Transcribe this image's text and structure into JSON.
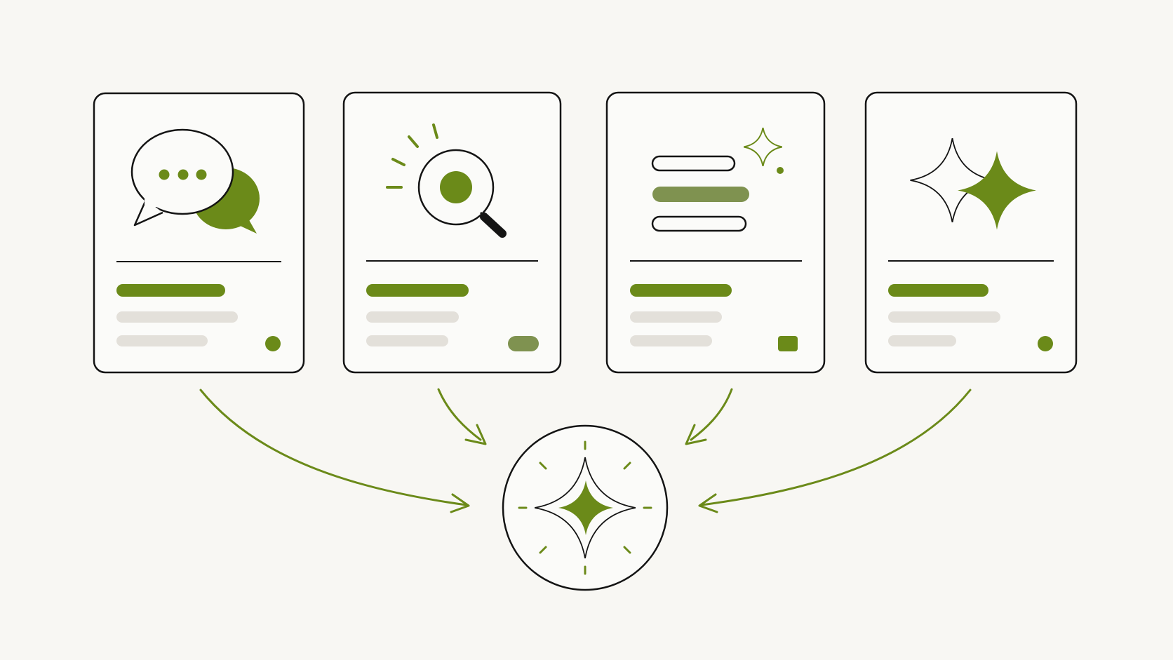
{
  "colors": {
    "background": "#f8f7f3",
    "ink": "#141414",
    "accent": "#6b8a19",
    "accent_muted": "#7f9250",
    "placeholder_gray": "#e3e0da",
    "card_fill": "#fbfbf9"
  },
  "cards": [
    {
      "icon": "chat-bubbles-icon",
      "badge": "circle",
      "lines": [
        "accent",
        "gray",
        "gray"
      ]
    },
    {
      "icon": "magnifier-focus-icon",
      "badge": "pill",
      "lines": [
        "accent",
        "gray",
        "gray"
      ]
    },
    {
      "icon": "list-sparkle-icon",
      "badge": "square",
      "lines": [
        "accent",
        "gray",
        "gray"
      ]
    },
    {
      "icon": "twin-sparkles-icon",
      "badge": "circle",
      "lines": [
        "accent",
        "gray",
        "gray"
      ]
    }
  ],
  "hub": {
    "icon": "central-sparkle-icon"
  },
  "connectors": {
    "count": 4,
    "target": "hub",
    "style": "curved-arrow"
  }
}
